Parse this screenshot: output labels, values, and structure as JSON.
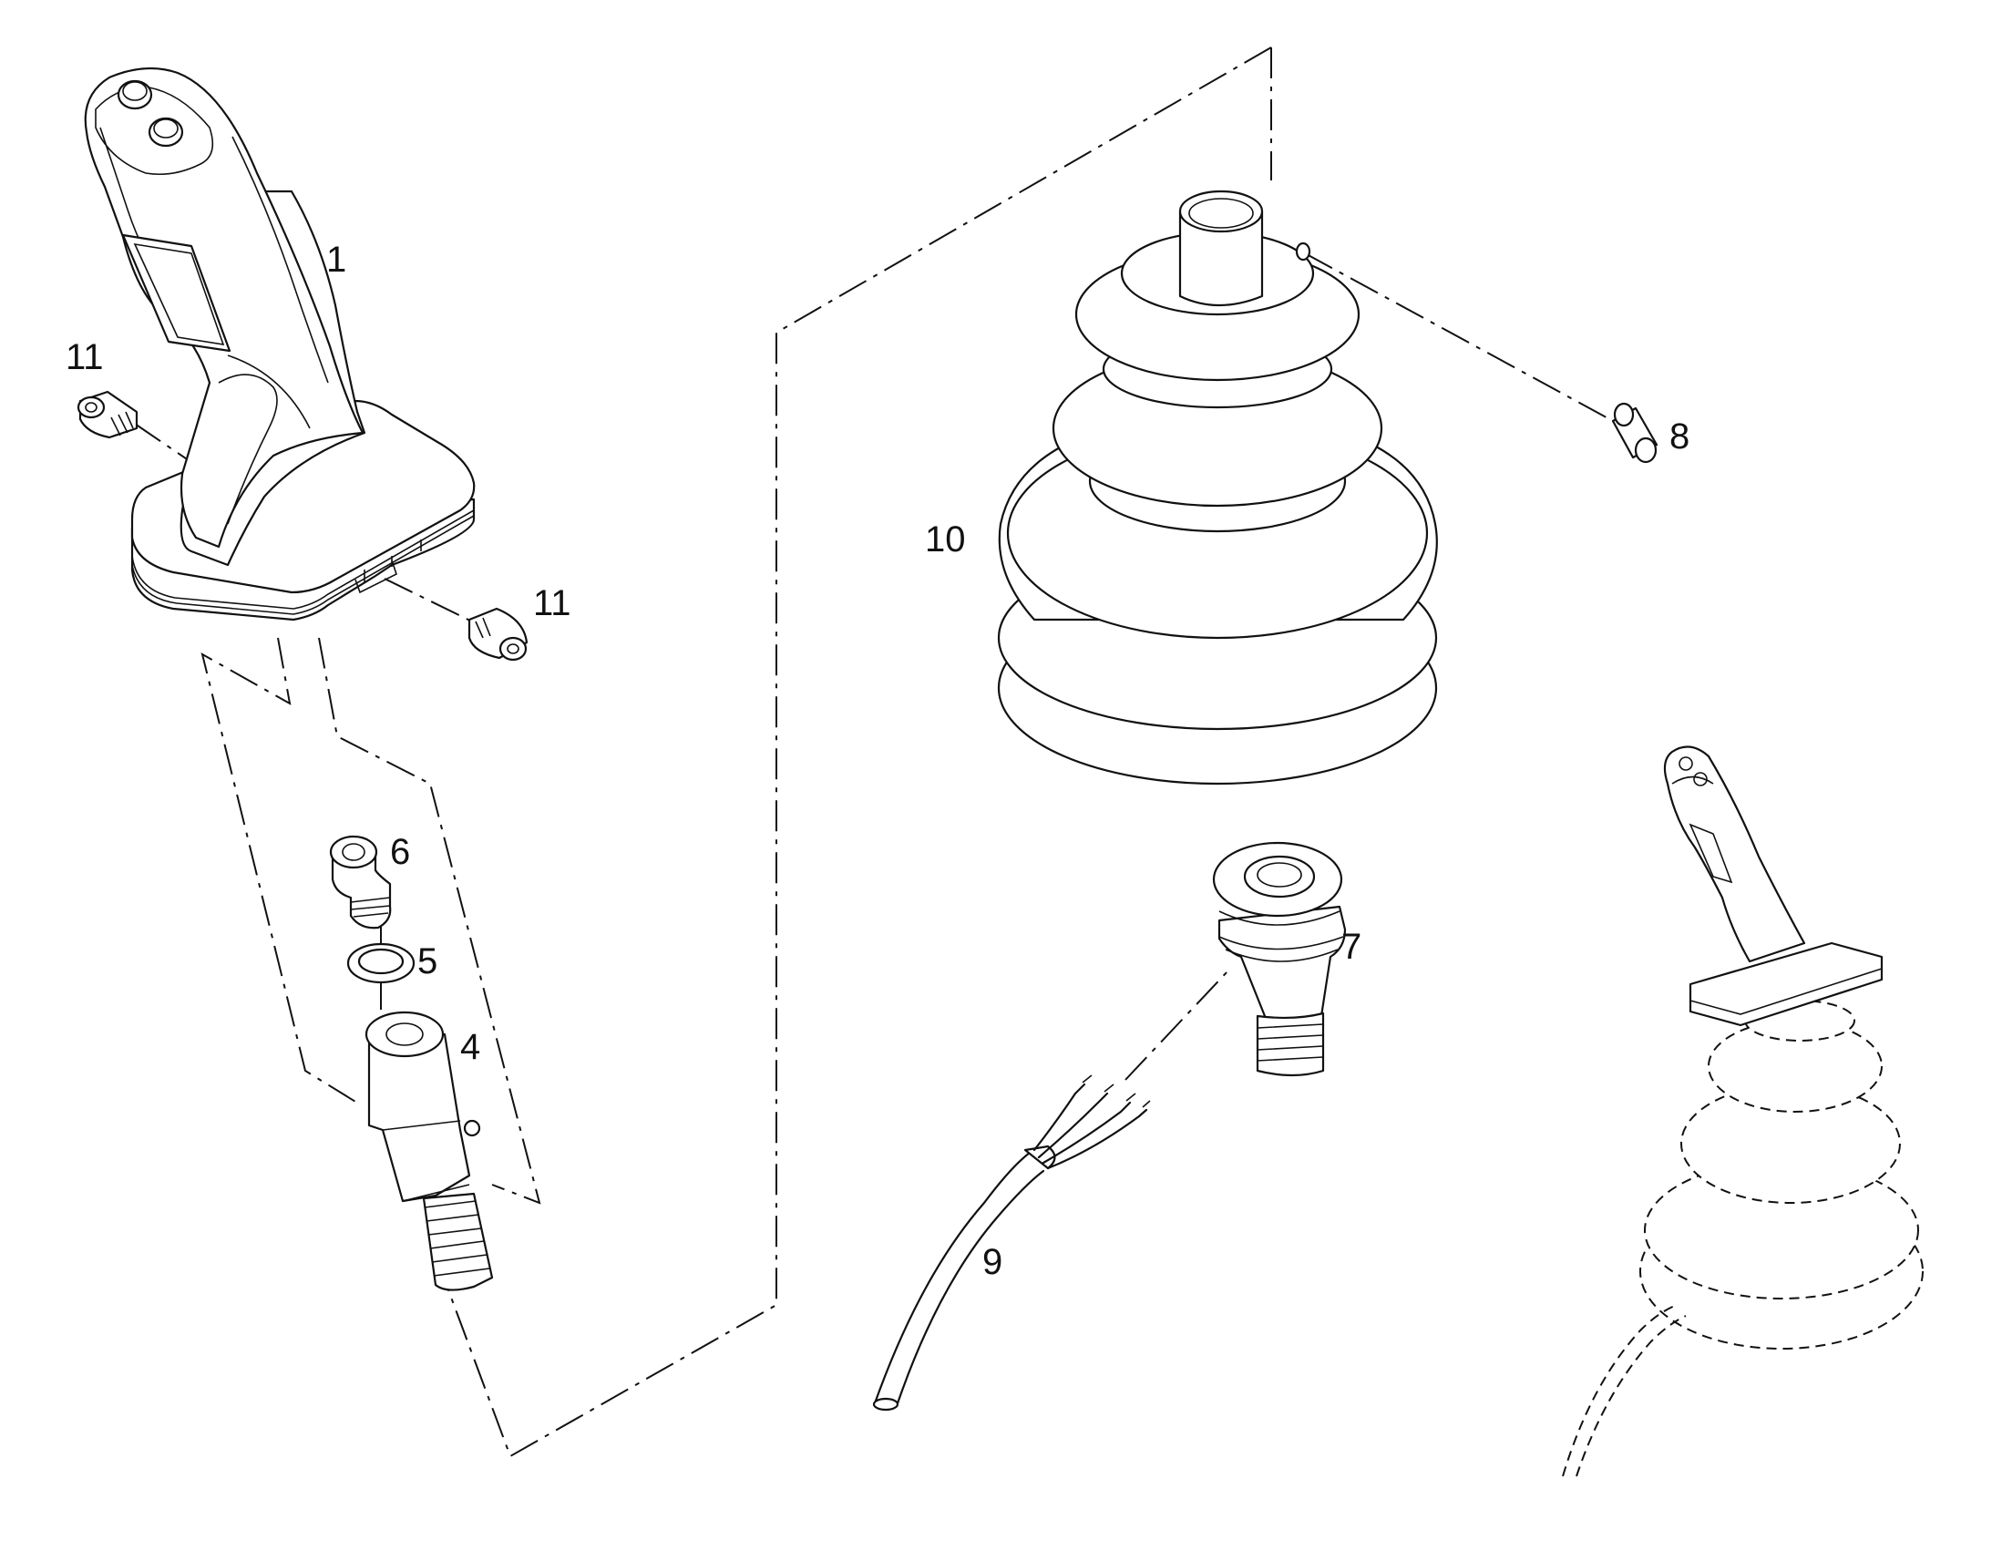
{
  "callouts": {
    "handle": "1",
    "adapter": "4",
    "washer": "5",
    "nut": "6",
    "bushing": "7",
    "pin": "8",
    "cable": "9",
    "boot": "10",
    "screw_upper": "11",
    "screw_lower": "11"
  }
}
